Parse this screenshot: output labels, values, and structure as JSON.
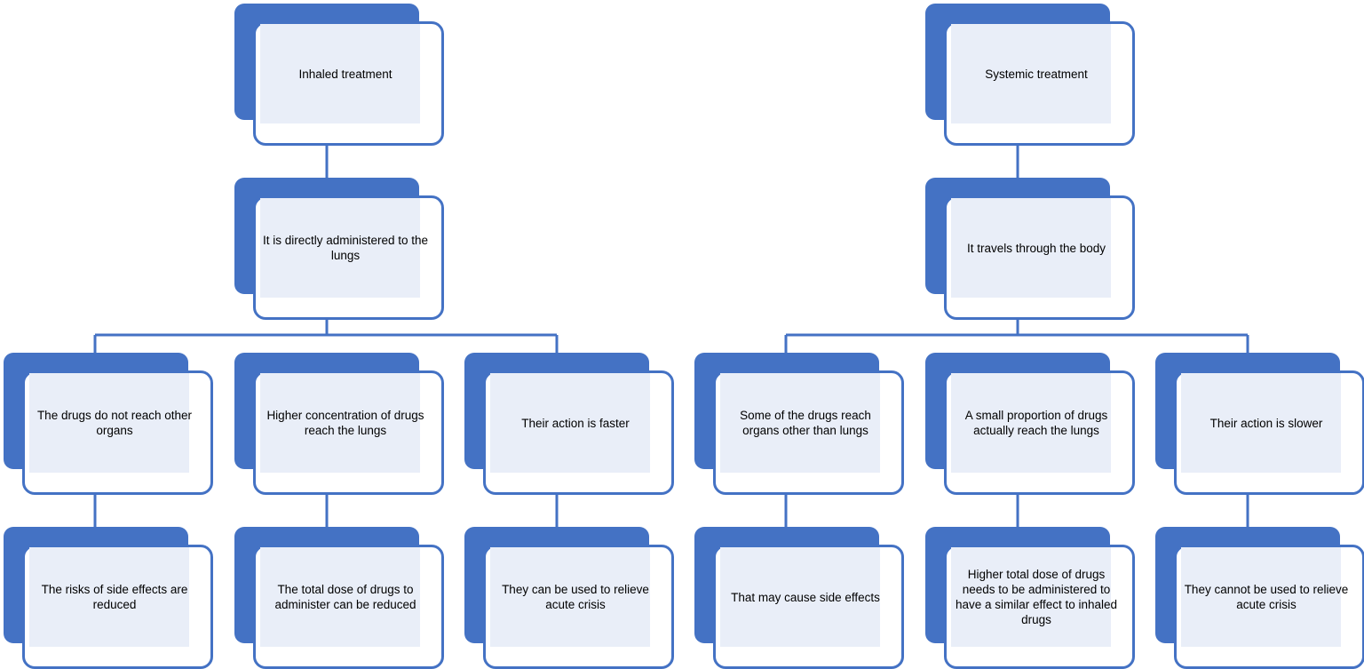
{
  "colors": {
    "accent": "#4472c4",
    "node_fill": "#e9eef8",
    "text": "#000000"
  },
  "diagram": {
    "inhaled": {
      "root": "Inhaled treatment",
      "level2": "It is directly administered to the lungs",
      "branches": [
        {
          "label": "The drugs do not reach other organs",
          "result": "The risks of side effects are reduced"
        },
        {
          "label": "Higher concentration of drugs reach the lungs",
          "result": "The total dose of drugs to administer can be reduced"
        },
        {
          "label": "Their action is faster",
          "result": "They can be used to relieve acute crisis"
        }
      ]
    },
    "systemic": {
      "root": "Systemic treatment",
      "level2": "It travels through the body",
      "branches": [
        {
          "label": "Some of the drugs reach organs other than lungs",
          "result": "That may cause side effects"
        },
        {
          "label": "A small proportion of drugs actually reach the lungs",
          "result": "Higher total dose of drugs needs to be administered to have a similar effect to inhaled drugs"
        },
        {
          "label": "Their action is slower",
          "result": "They cannot be used to relieve acute crisis"
        }
      ]
    }
  }
}
